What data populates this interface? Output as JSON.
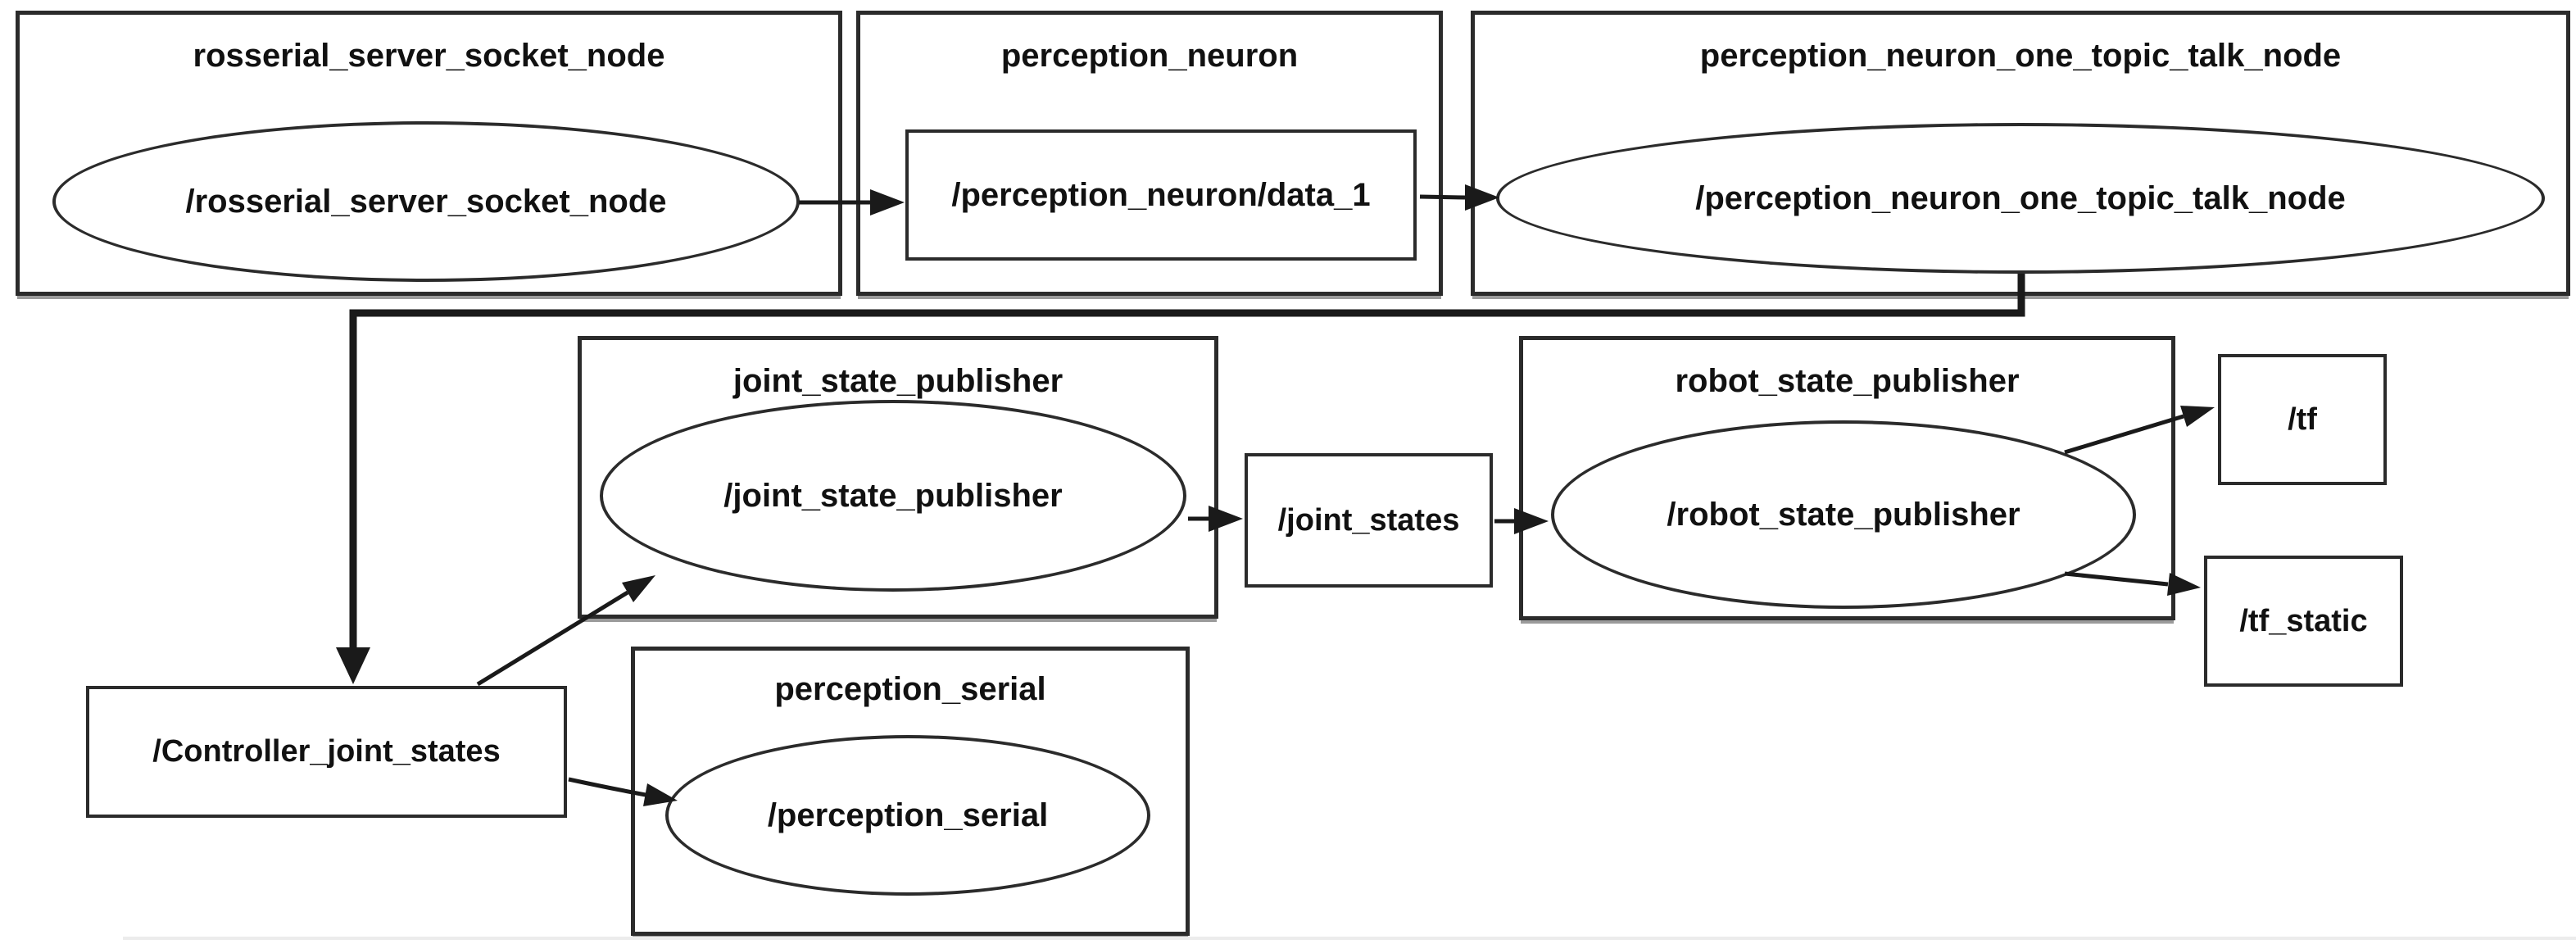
{
  "diagram": {
    "type": "ros-node-graph",
    "clusters": [
      {
        "label": "rosserial_server_socket_node",
        "node_shape": "ellipse",
        "node_label": "/rosserial_server_socket_node"
      },
      {
        "label": "perception_neuron",
        "node_shape": "box",
        "node_label": "/perception_neuron/data_1"
      },
      {
        "label": "perception_neuron_one_topic_talk_node",
        "node_shape": "ellipse",
        "node_label": "/perception_neuron_one_topic_talk_node"
      },
      {
        "label": "joint_state_publisher",
        "node_shape": "ellipse",
        "node_label": "/joint_state_publisher"
      },
      {
        "label": "robot_state_publisher",
        "node_shape": "ellipse",
        "node_label": "/robot_state_publisher"
      },
      {
        "label": "perception_serial",
        "node_shape": "ellipse",
        "node_label": "/perception_serial"
      }
    ],
    "topics": [
      {
        "label": "/joint_states"
      },
      {
        "label": "/tf"
      },
      {
        "label": "/tf_static"
      },
      {
        "label": "/Controller_joint_states"
      }
    ],
    "edges": [
      {
        "from": "/rosserial_server_socket_node",
        "to": "/perception_neuron/data_1"
      },
      {
        "from": "/perception_neuron/data_1",
        "to": "/perception_neuron_one_topic_talk_node"
      },
      {
        "from": "/perception_neuron_one_topic_talk_node",
        "to": "/Controller_joint_states"
      },
      {
        "from": "/Controller_joint_states",
        "to": "/joint_state_publisher"
      },
      {
        "from": "/Controller_joint_states",
        "to": "/perception_serial"
      },
      {
        "from": "/joint_state_publisher",
        "to": "/joint_states"
      },
      {
        "from": "/joint_states",
        "to": "/robot_state_publisher"
      },
      {
        "from": "/robot_state_publisher",
        "to": "/tf"
      },
      {
        "from": "/robot_state_publisher",
        "to": "/tf_static"
      }
    ],
    "colors": {
      "background": "#ffffff",
      "border": "#2b2b2b",
      "edge": "#1a1a1a",
      "cluster_shadow": "#9b9b9b",
      "text": "#111111"
    }
  }
}
